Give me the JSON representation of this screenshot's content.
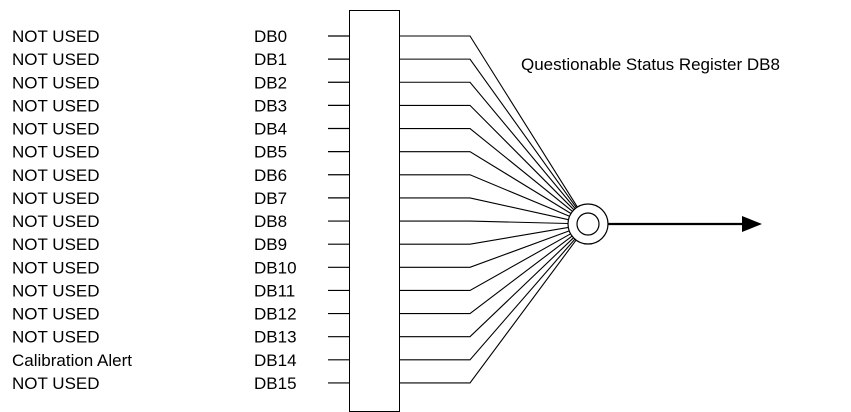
{
  "diagram": {
    "title": "Questionable Status Register DB8",
    "bits": [
      {
        "bit": "DB0",
        "function": "NOT USED"
      },
      {
        "bit": "DB1",
        "function": "NOT USED"
      },
      {
        "bit": "DB2",
        "function": "NOT USED"
      },
      {
        "bit": "DB3",
        "function": "NOT USED"
      },
      {
        "bit": "DB4",
        "function": "NOT USED"
      },
      {
        "bit": "DB5",
        "function": "NOT USED"
      },
      {
        "bit": "DB6",
        "function": "NOT USED"
      },
      {
        "bit": "DB7",
        "function": "NOT USED"
      },
      {
        "bit": "DB8",
        "function": "NOT USED"
      },
      {
        "bit": "DB9",
        "function": "NOT USED"
      },
      {
        "bit": "DB10",
        "function": "NOT USED"
      },
      {
        "bit": "DB11",
        "function": "NOT USED"
      },
      {
        "bit": "DB12",
        "function": "NOT USED"
      },
      {
        "bit": "DB13",
        "function": "NOT USED"
      },
      {
        "bit": "DB14",
        "function": "Calibration Alert"
      },
      {
        "bit": "DB15",
        "function": "NOT USED"
      }
    ],
    "line_color": "#000000",
    "background_color": "#ffffff"
  }
}
